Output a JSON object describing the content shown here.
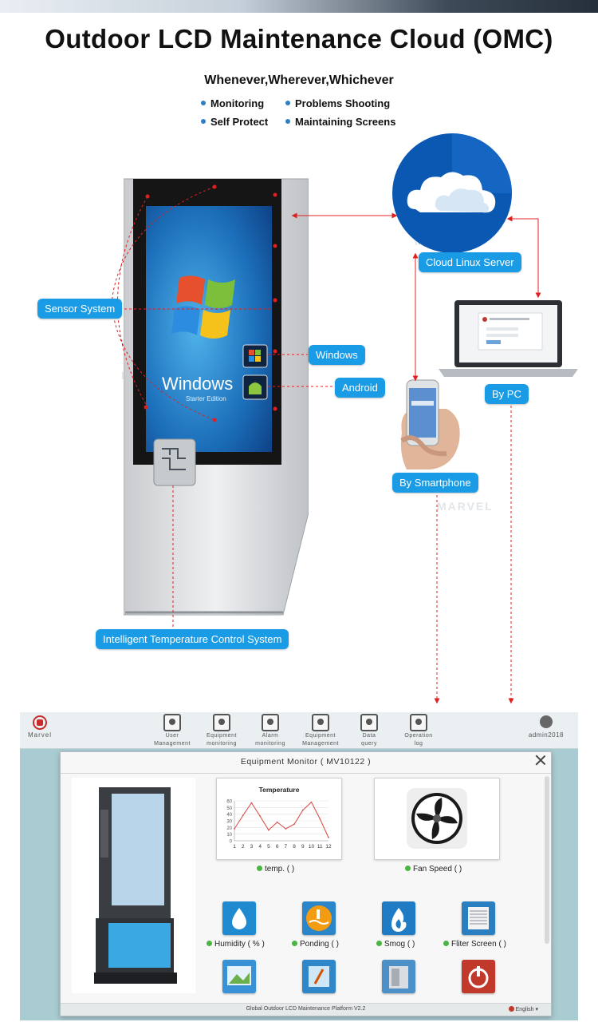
{
  "header": {
    "title": "Outdoor LCD Maintenance Cloud (OMC)",
    "subtitle": "Whenever,Wherever,Whichever",
    "features": [
      "Monitoring",
      "Problems Shooting",
      "Self Protect",
      "Maintaining Screens"
    ]
  },
  "diagram": {
    "labels": {
      "cloud": "Cloud Linux Server",
      "sensor": "Sensor System",
      "windows": "Windows",
      "android": "Android",
      "pc": "By PC",
      "smartphone": "By Smartphone",
      "temperature": "Intelligent Temperature Control System"
    },
    "screen": {
      "os_name": "Windows",
      "os_edition": "Starter Edition"
    },
    "watermark": "MARVEL"
  },
  "app": {
    "logo_text": "Marvel",
    "nav": [
      {
        "line1": "User",
        "line2": "Management",
        "icon": "user-management-icon"
      },
      {
        "line1": "Equipment",
        "line2": "monitoring",
        "icon": "equipment-monitoring-icon"
      },
      {
        "line1": "Alarm",
        "line2": "monitoring",
        "icon": "alarm-monitoring-icon"
      },
      {
        "line1": "Equipment",
        "line2": "Management",
        "icon": "equipment-management-icon"
      },
      {
        "line1": "Data",
        "line2": "query",
        "icon": "data-query-icon"
      },
      {
        "line1": "Operation",
        "line2": "log",
        "icon": "operation-log-icon"
      }
    ],
    "user": "admin2018",
    "dialog": {
      "title": "Equipment Monitor ( MV10122 )",
      "temp_caption": "temp. (  )",
      "fan_caption": "Fan Speed (  )",
      "sensors": [
        {
          "label": "Humidity ( % )",
          "icon": "humidity-icon",
          "color": "#1f8ad0"
        },
        {
          "label": "Ponding (  )",
          "icon": "ponding-icon",
          "color": "#2a86c8"
        },
        {
          "label": "Smog (  )",
          "icon": "smog-icon",
          "color": "#1f7bc4"
        },
        {
          "label": "Fliter Screen (  )",
          "icon": "filter-screen-icon",
          "color": "#2a7fc0"
        }
      ],
      "footer": "Global Outdoor LCD Maintenance Platform V2.2",
      "language": "English"
    }
  },
  "chart_data": {
    "type": "line",
    "title": "Temperature",
    "x": [
      1,
      2,
      3,
      4,
      5,
      6,
      7,
      8,
      9,
      10,
      11,
      12
    ],
    "values": [
      18,
      38,
      57,
      37,
      16,
      28,
      18,
      25,
      46,
      58,
      33,
      5
    ],
    "yticks": [
      0,
      10,
      20,
      30,
      40,
      50,
      60
    ],
    "ylim": [
      0,
      60
    ],
    "color": "#d9534f"
  }
}
